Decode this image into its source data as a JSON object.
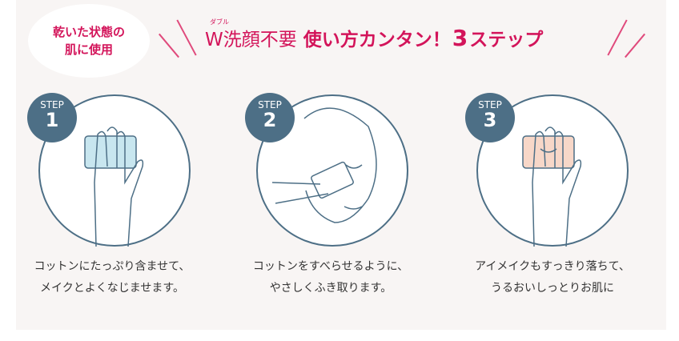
{
  "bubble": {
    "line1": "乾いた状態の",
    "line2": "肌に使用"
  },
  "title": {
    "ruby": "ダブル",
    "part1": "W洗顔不要",
    "part2": "使い方カンタン！",
    "num": "3",
    "part3": "ステップ"
  },
  "steps": [
    {
      "label": "STEP",
      "num": "1",
      "line1": "コットンにたっぷり含ませて、",
      "line2": "メイクとよくなじませます。"
    },
    {
      "label": "STEP",
      "num": "2",
      "line1": "コットンをすべらせるように、",
      "line2": "やさしくふき取ります。"
    },
    {
      "label": "STEP",
      "num": "3",
      "line1": "アイメイクもすっきり落ちて、",
      "line2": "うるおいしっとりお肌に"
    }
  ],
  "colors": {
    "accent": "#d3145a",
    "badge": "#4d6f86"
  }
}
